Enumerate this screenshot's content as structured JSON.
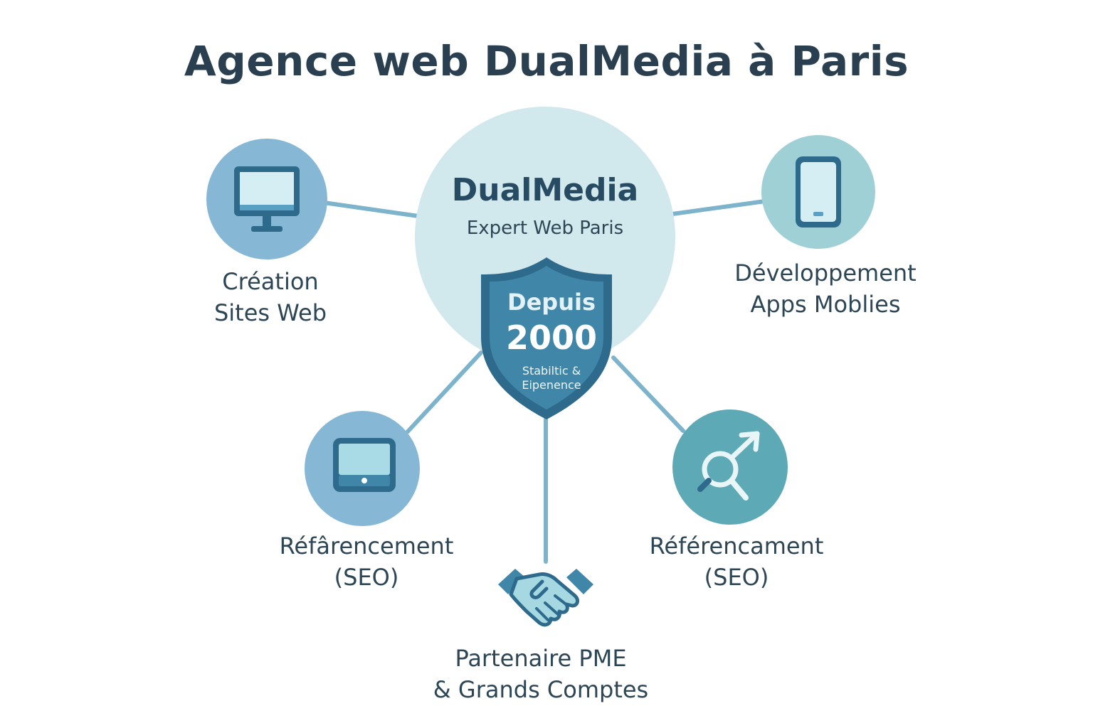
{
  "title": "Agence web DualMedia à Paris",
  "hub": {
    "name": "DualMedia",
    "subtitle": "Expert Web Paris",
    "badge": {
      "line1": "Depuis",
      "year": "2000",
      "tagline_1": "Stabiltic &",
      "tagline_2": "Eipenence"
    }
  },
  "nodes": [
    {
      "key": "creation",
      "icon": "monitor-icon",
      "label_1": "Création",
      "label_2": "Sites Web"
    },
    {
      "key": "mobile",
      "icon": "smartphone-icon",
      "label_1": "Développement",
      "label_2": "Apps Moblies"
    },
    {
      "key": "seo-left",
      "icon": "tablet-icon",
      "label_1": "Réfârencement",
      "label_2": "(SEO)"
    },
    {
      "key": "seo-right",
      "icon": "magnifier-arrow-icon",
      "label_1": "Référencament",
      "label_2": "(SEO)"
    },
    {
      "key": "partner",
      "icon": "handshake-icon",
      "label_1": "Partenaire PME",
      "label_2": "& Grands Comptes"
    }
  ],
  "colors": {
    "title": "#2a4050",
    "hub_fill": "#d1e8ec",
    "shield_fill": "#3f86a8",
    "shield_stroke": "#2e6a8c",
    "connector": "#7db4cc",
    "node_blue": "#86b8d6",
    "node_teal": "#9fd0d6",
    "node_deep_teal": "#5ea9b6",
    "icon_dark": "#2e6a8c",
    "icon_light": "#d4eef4"
  }
}
